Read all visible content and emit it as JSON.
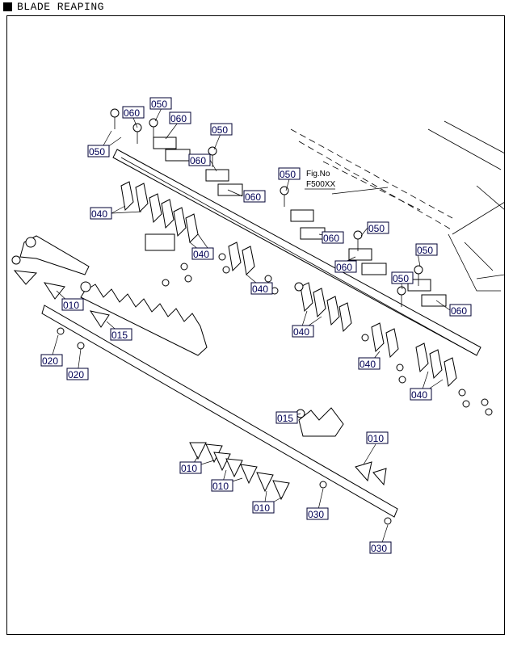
{
  "header": {
    "title": "BLADE REAPING"
  },
  "fig_label": {
    "line1": "Fig.No",
    "line2": "F500XX"
  },
  "callouts": [
    {
      "text": "050"
    },
    {
      "text": "060"
    },
    {
      "text": "050"
    },
    {
      "text": "060"
    },
    {
      "text": "050"
    },
    {
      "text": "060"
    },
    {
      "text": "060"
    },
    {
      "text": "050"
    },
    {
      "text": "060"
    },
    {
      "text": "050"
    },
    {
      "text": "060"
    },
    {
      "text": "050"
    },
    {
      "text": "050"
    },
    {
      "text": "060"
    },
    {
      "text": "040"
    },
    {
      "text": "040"
    },
    {
      "text": "040"
    },
    {
      "text": "040"
    },
    {
      "text": "040"
    },
    {
      "text": "040"
    },
    {
      "text": "010"
    },
    {
      "text": "015"
    },
    {
      "text": "020"
    },
    {
      "text": "020"
    },
    {
      "text": "015"
    },
    {
      "text": "010"
    },
    {
      "text": "010"
    },
    {
      "text": "010"
    },
    {
      "text": "010"
    },
    {
      "text": "030"
    },
    {
      "text": "030"
    }
  ]
}
